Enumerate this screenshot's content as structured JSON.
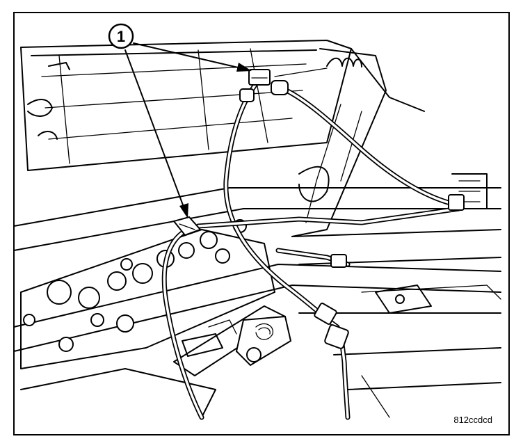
{
  "callout": {
    "number": "1",
    "targets": [
      "wire-clip-upper",
      "wire-clip-lower"
    ]
  },
  "figure_code": "812ccdcd"
}
